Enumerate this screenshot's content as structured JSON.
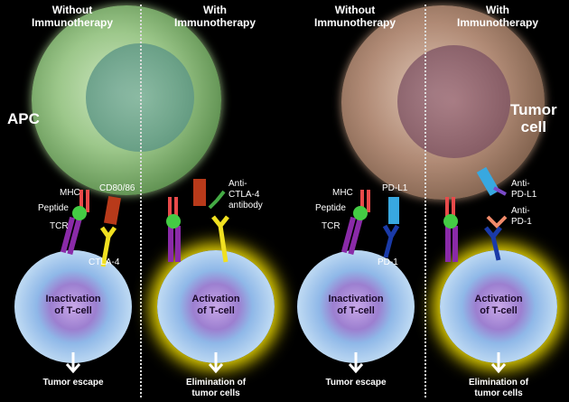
{
  "panels": [
    {
      "header": "Without\nImmunotherapy",
      "tcell_label": "Inactivation\nof T-cell",
      "outcome": "Tumor escape"
    },
    {
      "header": "With\nImmunotherapy",
      "tcell_label": "Activation\nof T-cell",
      "outcome": "Elimination of\ntumor cells"
    },
    {
      "header": "Without\nImmunotherapy",
      "tcell_label": "Inactivation\nof T-cell",
      "outcome": "Tumor escape"
    },
    {
      "header": "With\nImmunotherapy",
      "tcell_label": "Activation\nof T-cell",
      "outcome": "Elimination of\ntumor cells"
    }
  ],
  "cells": {
    "apc": "APC",
    "tumor": "Tumor\ncell"
  },
  "labels": {
    "mhc": "MHC",
    "peptide": "Peptide",
    "tcr": "TCR",
    "cd80": "CD80/86",
    "ctla4": "CTLA-4",
    "anti_ctla4": "Anti-\nCTLA-4\nantibody",
    "pdl1": "PD-L1",
    "pd1": "PD-1",
    "anti_pdl1": "Anti-\nPD-L1",
    "anti_pd1": "Anti-\nPD-1"
  },
  "colors": {
    "glow": "#e6d400",
    "mhc": "#e84a4a",
    "tcr": "#8a2aa8",
    "peptide": "#44cc44",
    "ctla4": "#f0e020",
    "cd80": "#b83a1a",
    "pdl1": "#38a8e0",
    "pd1": "#1a3aa8"
  }
}
